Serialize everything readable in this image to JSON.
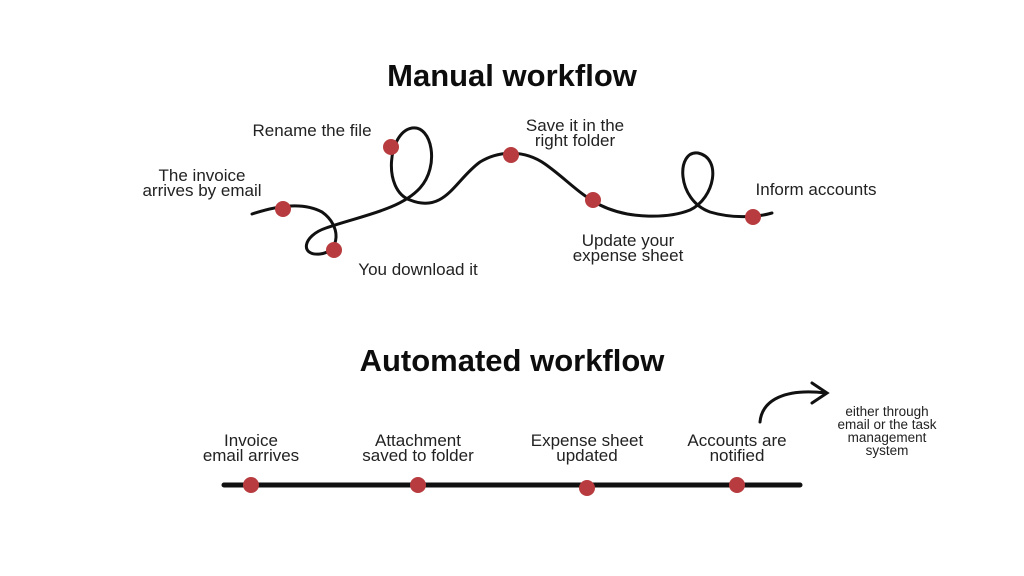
{
  "manual": {
    "title": "Manual workflow",
    "steps": [
      {
        "line1": "The invoice",
        "line2": "arrives by email"
      },
      {
        "line1": "You download it",
        "line2": ""
      },
      {
        "line1": "Rename the file",
        "line2": ""
      },
      {
        "line1": "Save it in the",
        "line2": "right folder"
      },
      {
        "line1": "Update your",
        "line2": "expense sheet"
      },
      {
        "line1": "Inform accounts",
        "line2": ""
      }
    ]
  },
  "automated": {
    "title": "Automated workflow",
    "steps": [
      {
        "line1": "Invoice",
        "line2": "email arrives"
      },
      {
        "line1": "Attachment",
        "line2": "saved to folder"
      },
      {
        "line1": "Expense sheet",
        "line2": "updated"
      },
      {
        "line1": "Accounts are",
        "line2": "notified"
      }
    ],
    "note": {
      "line1": "either through",
      "line2": "email or the task",
      "line3": "management",
      "line4": "system"
    }
  },
  "colors": {
    "dot": "#b83c3f",
    "line": "#111111"
  }
}
